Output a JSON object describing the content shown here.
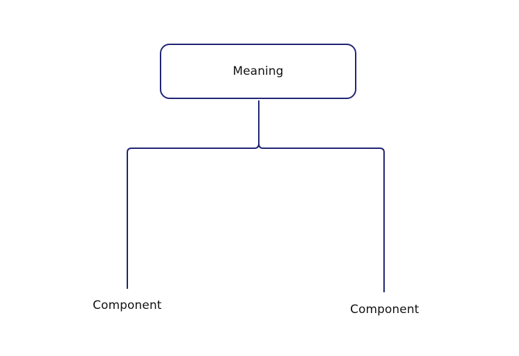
{
  "diagram": {
    "root": {
      "label": "Meaning"
    },
    "children": [
      {
        "label": "Component"
      },
      {
        "label": "Component"
      }
    ],
    "colors": {
      "line": "#1f2372",
      "text": "#111111",
      "background": "#ffffff"
    }
  }
}
